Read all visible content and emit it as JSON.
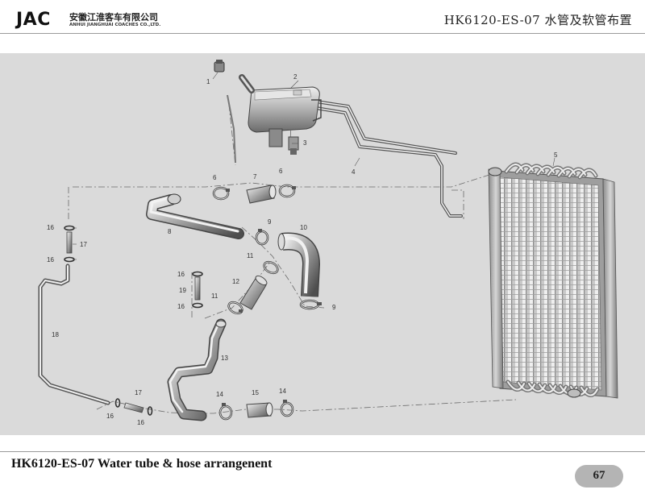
{
  "header": {
    "brand": "JAC",
    "company_cn": "安徽江淮客车有限公司",
    "company_en": "ANHUI JIANGHUAI COACHES CO.,LTD.",
    "title": "HK6120-ES-07 水管及软管布置"
  },
  "diagram": {
    "callouts": [
      {
        "id": "c1",
        "text": "1"
      },
      {
        "id": "c2",
        "text": "2"
      },
      {
        "id": "c3",
        "text": "3"
      },
      {
        "id": "c4",
        "text": "4"
      },
      {
        "id": "c5",
        "text": "5"
      },
      {
        "id": "c6a",
        "text": "6"
      },
      {
        "id": "c6b",
        "text": "6"
      },
      {
        "id": "c7",
        "text": "7"
      },
      {
        "id": "c8",
        "text": "8"
      },
      {
        "id": "c9a",
        "text": "9"
      },
      {
        "id": "c9b",
        "text": "9"
      },
      {
        "id": "c10",
        "text": "10"
      },
      {
        "id": "c11a",
        "text": "11"
      },
      {
        "id": "c11b",
        "text": "11"
      },
      {
        "id": "c12",
        "text": "12"
      },
      {
        "id": "c13",
        "text": "13"
      },
      {
        "id": "c14a",
        "text": "14"
      },
      {
        "id": "c14b",
        "text": "14"
      },
      {
        "id": "c15",
        "text": "15"
      },
      {
        "id": "c16a",
        "text": "16"
      },
      {
        "id": "c16b",
        "text": "16"
      },
      {
        "id": "c16c",
        "text": "16"
      },
      {
        "id": "c16d",
        "text": "16"
      },
      {
        "id": "c16e",
        "text": "16"
      },
      {
        "id": "c16f",
        "text": "16"
      },
      {
        "id": "c17a",
        "text": "17"
      },
      {
        "id": "c17b",
        "text": "17"
      },
      {
        "id": "c18",
        "text": "18"
      },
      {
        "id": "c19",
        "text": "19"
      }
    ]
  },
  "footer": {
    "title": "HK6120-ES-07 Water tube & hose arrangenent",
    "page": "67"
  }
}
